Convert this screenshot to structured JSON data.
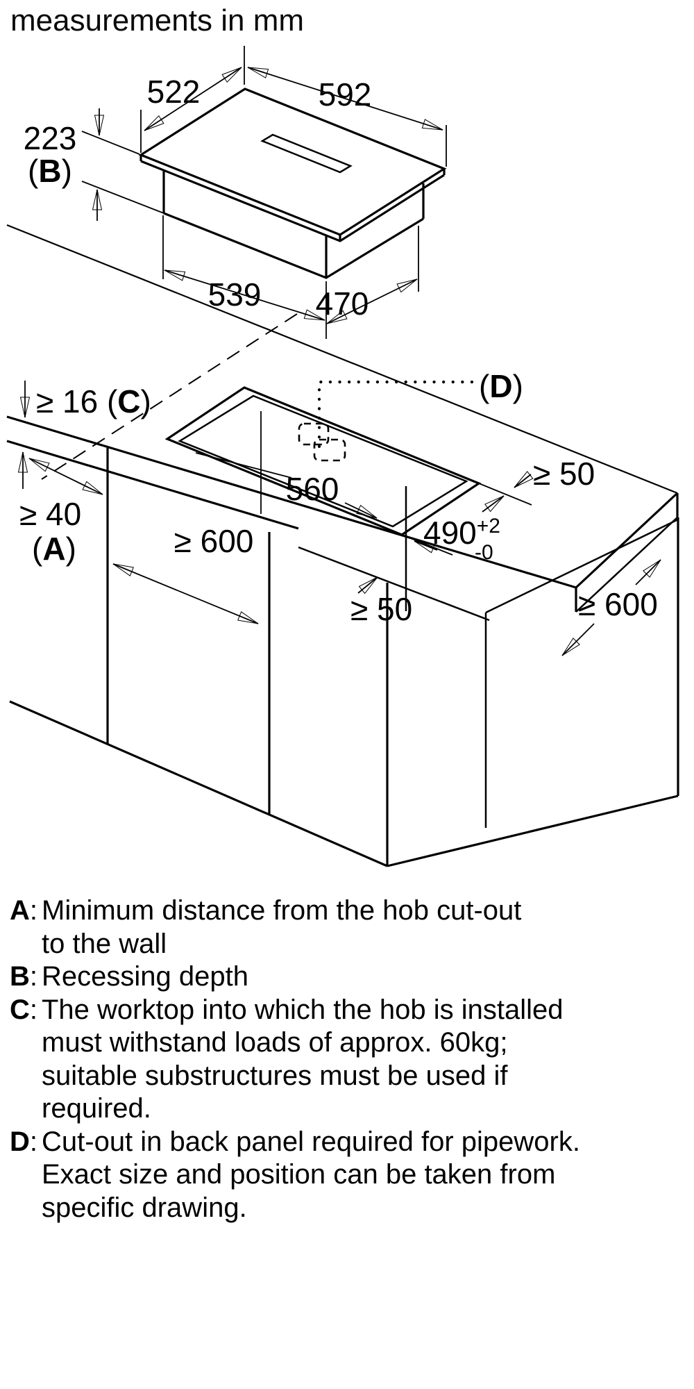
{
  "title": "measurements in mm",
  "hob": {
    "dim_top_width": "522",
    "dim_top_length": "592",
    "recess": {
      "value": "223",
      "pre": "(",
      "letter": "B",
      "post": ")"
    },
    "dim_body_length": "539",
    "dim_body_width": "470"
  },
  "install": {
    "thickness": {
      "pre": "≥ 16 (",
      "letter": "C",
      "post": ")"
    },
    "wall_dist": {
      "value": "≥ 40",
      "pre": "(",
      "letter": "A",
      "post": ")"
    },
    "cutout_width": "560",
    "cutout_depth": {
      "value": "490",
      "sup": "+2",
      "sub": "-0"
    },
    "back_clearance": "≥ 50",
    "front_clearance": "≥ 50",
    "cabinet_depth": "≥ 600",
    "cabinet_width": "≥ 600",
    "pipework": {
      "pre": "(",
      "letter": "D",
      "post": ")"
    }
  },
  "legend": {
    "colon": ":",
    "items": [
      {
        "letter": "A",
        "lines": [
          "Minimum distance from the hob cut-out",
          "to the wall"
        ]
      },
      {
        "letter": "B",
        "lines": [
          "Recessing depth"
        ]
      },
      {
        "letter": "C",
        "lines": [
          "The worktop into which the hob is installed",
          "must withstand loads of approx. 60kg;",
          "suitable substructures must be used if",
          "required."
        ]
      },
      {
        "letter": "D",
        "lines": [
          "Cut-out in back panel required for pipework.",
          "Exact size and position can be taken from",
          "specific drawing."
        ]
      }
    ]
  }
}
